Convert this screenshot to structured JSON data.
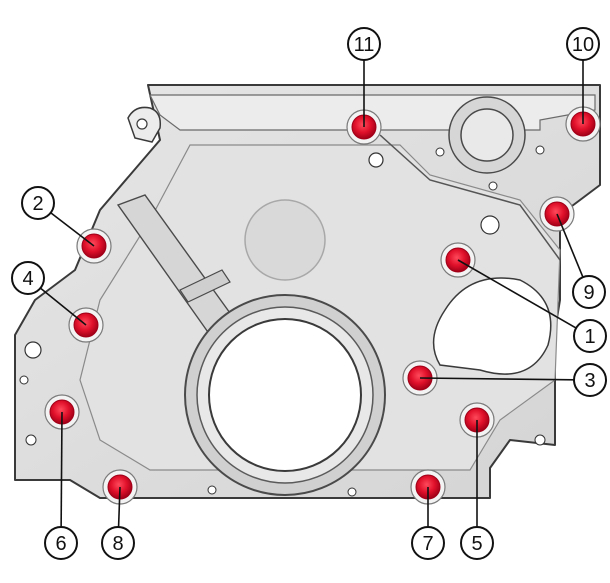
{
  "diagram": {
    "colors": {
      "plate_fill": "#dcdcdc",
      "plate_light": "#ececec",
      "plate_edge": "#3a3a3a",
      "bolt_red": "#e0102a",
      "bolt_dark": "#a00018",
      "bolt_ring": "#f3f3f3",
      "callout_stroke": "#111111",
      "leader": "#111111"
    },
    "callouts": [
      {
        "id": "c1",
        "label": "1"
      },
      {
        "id": "c2",
        "label": "2"
      },
      {
        "id": "c3",
        "label": "3"
      },
      {
        "id": "c4",
        "label": "4"
      },
      {
        "id": "c5",
        "label": "5"
      },
      {
        "id": "c6",
        "label": "6"
      },
      {
        "id": "c7",
        "label": "7"
      },
      {
        "id": "c8",
        "label": "8"
      },
      {
        "id": "c9",
        "label": "9"
      },
      {
        "id": "c10",
        "label": "10"
      },
      {
        "id": "c11",
        "label": "11"
      }
    ]
  }
}
